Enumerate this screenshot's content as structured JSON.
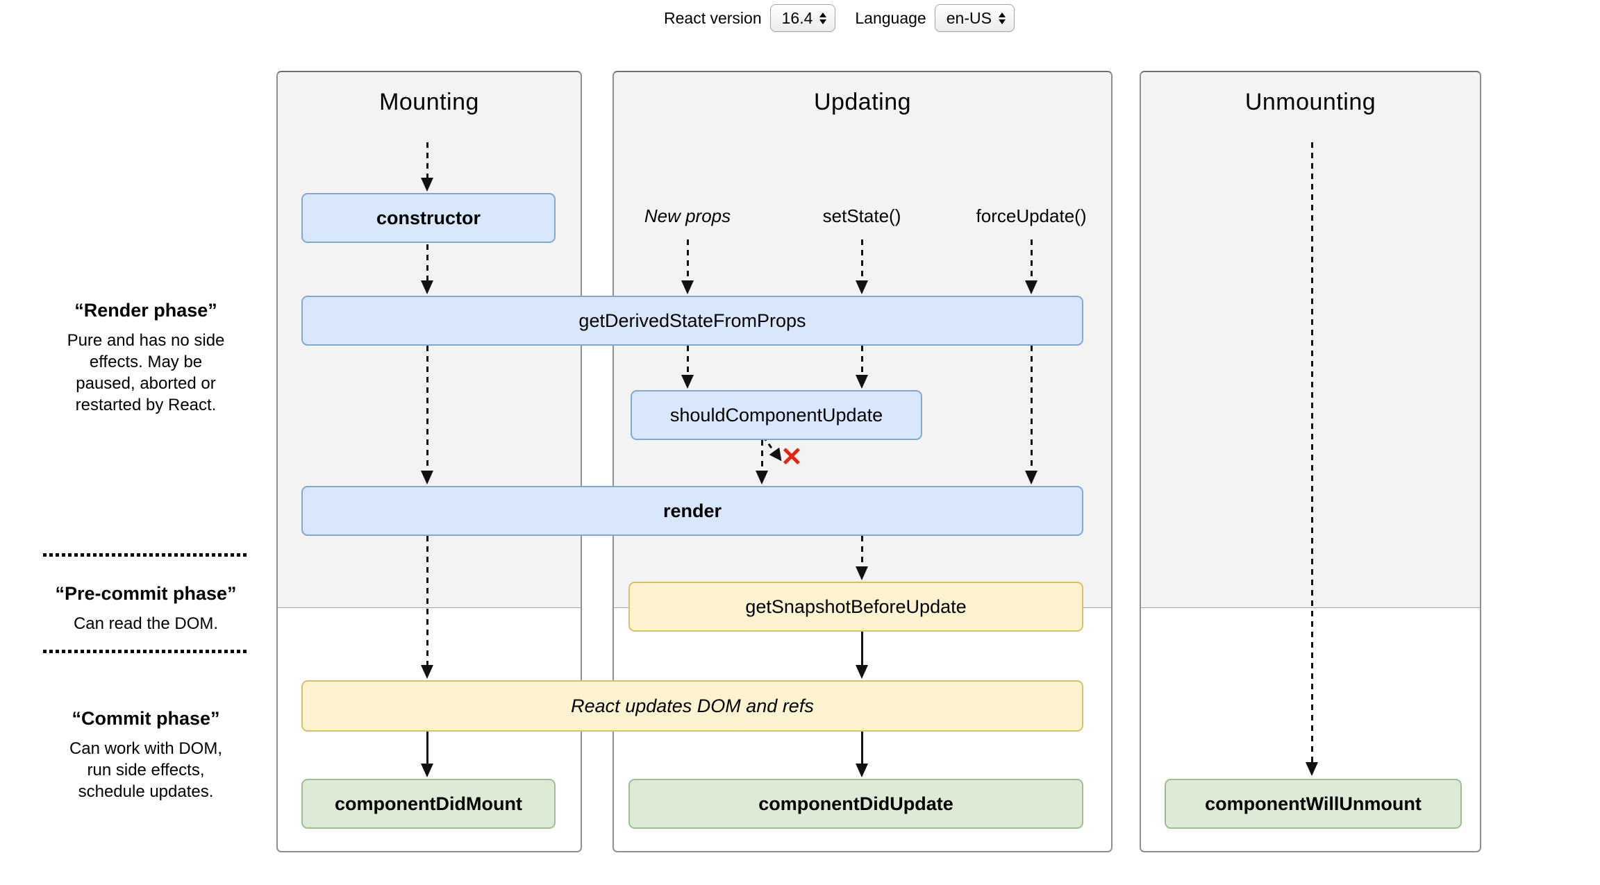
{
  "controls": {
    "react_version_label": "React version",
    "react_version_value": "16.4",
    "language_label": "Language",
    "language_value": "en-US"
  },
  "columns": {
    "mounting": {
      "title": "Mounting"
    },
    "updating": {
      "title": "Updating",
      "triggers": [
        "New props",
        "setState()",
        "forceUpdate()"
      ]
    },
    "unmounting": {
      "title": "Unmounting"
    }
  },
  "phases": {
    "render": {
      "title": "“Render phase”",
      "description": "Pure and has no side effects. May be paused, aborted or restarted by React."
    },
    "pre_commit": {
      "title": "“Pre-commit phase”",
      "description": "Can read the DOM."
    },
    "commit": {
      "title": "“Commit phase”",
      "description": "Can work with DOM, run side effects, schedule updates."
    }
  },
  "methods": {
    "constructor": "constructor",
    "getDerivedStateFromProps": "getDerivedStateFromProps",
    "shouldComponentUpdate": "shouldComponentUpdate",
    "render": "render",
    "getSnapshotBeforeUpdate": "getSnapshotBeforeUpdate",
    "reactUpdates": "React updates DOM and refs",
    "componentDidMount": "componentDidMount",
    "componentDidUpdate": "componentDidUpdate",
    "componentWillUnmount": "componentWillUnmount"
  },
  "misc": {
    "x_glyph": "✕"
  },
  "colors": {
    "blue_fill": "#d8e7fb",
    "blue_border": "#84a7cf",
    "yellow_fill": "#fdf3d1",
    "yellow_border": "#dcbd68",
    "green_fill": "#dcead6",
    "green_border": "#9ebe92",
    "phase_bg": "#f3f3f3",
    "column_border": "#8f8f8f",
    "x_red": "#e8220f"
  }
}
